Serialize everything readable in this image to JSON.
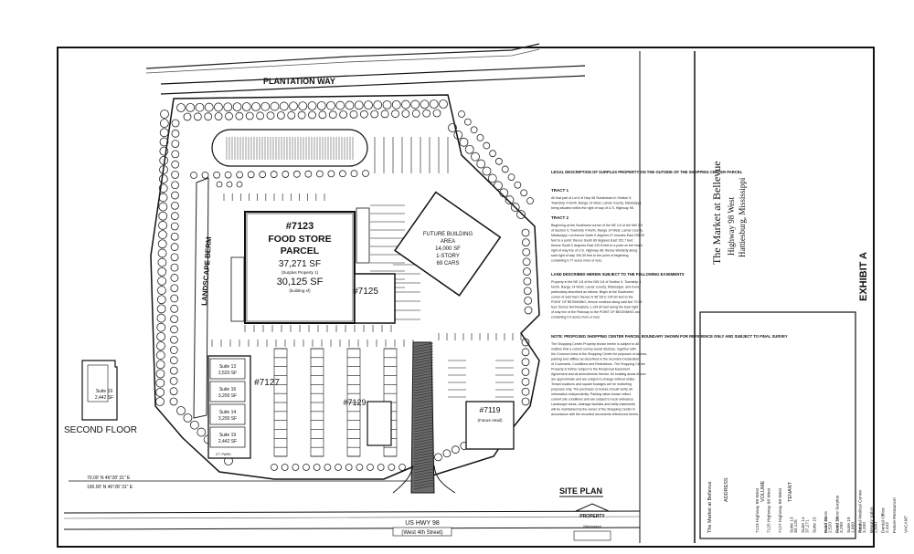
{
  "plan": {
    "street_north": "PLANTATION WAY",
    "street_south": "US HWY 98",
    "street_south_alt": "(West 4th Street)",
    "berm_label": "LANDSCAPE BERM",
    "second_floor_label": "SECOND FLOOR",
    "site_plan_label": "SITE PLAN",
    "parcels": {
      "food_store": {
        "number": "#7123",
        "line1": "FOOD STORE",
        "line2": "PARCEL",
        "area": "37,271 SF",
        "note": "(Surplus Property 1)",
        "building_area": "30,125 SF",
        "building_note": "(building sf)"
      },
      "p7125": {
        "number": "#7125"
      },
      "p7127": {
        "number": "#7127"
      },
      "p7129": {
        "number": "#7129"
      },
      "p7119": {
        "number": "#7119",
        "note": "(Future retail)"
      },
      "future": {
        "line1": "FUTURE BUILDING",
        "line2": "AREA",
        "line3": "14,000 SF",
        "line4": "1-STORY",
        "line5": "69 CARS"
      }
    },
    "suite_boxes": [
      {
        "line1": "Suite 13",
        "line2": "2,520 SF"
      },
      {
        "line1": "Suite 16",
        "line2": "3,200 SF"
      },
      {
        "line1": "Suite 14",
        "line2": "3,200 SF"
      },
      {
        "line1": "Suite 19",
        "line2": "2,442 SF"
      }
    ],
    "second_floor_suite": {
      "line1": "Suite 19",
      "line2": "2,442 SF"
    },
    "dims": {
      "south_left": "70.00' N 46°28' 31\" E",
      "south_mid": "190.00' N 46°28' 31\" E",
      "west_setback": "27' PARK"
    }
  },
  "legal": {
    "heading": "LEGAL DESCRIPTION OF SURPLUS PROPERTY ON THE OUTSIDE OF THE SHOPPING CENTER PARCEL",
    "tract1": "TRACT 1",
    "tract1_text": "All that part of Lot 6 of Hwy 98 Subdivision in Section 9, Township 4 North, Range 14 West, Lamar County, Mississippi, being situated within the right of way of U.S. Highway 98.",
    "tract2": "TRACT 2",
    "tract2_text": "Beginning at the Southwest corner of the NE 1/4 of the NW 1/4 of Section 9, Township 4 North, Range 14 West, Lamar County, Mississippi, run thence North 0 degrees 07 minutes East 239.00 feet to a point; thence South 89 degrees East 152.7 feet; thence South 0 degrees East 220.6 feet to a point on the North right of way line of U.S. Highway 98; thence Westerly along said right of way 154.30 feet to the point of beginning, containing 0.77 acres more or less.",
    "section3_heading": "LAND DESCRIBED HEREIN SUBJECT TO THE FOLLOWING EASEMENTS",
    "section3_text": "Property in the NE 1/4 of the NW 1/4 of Section 9, Township 4 North, Range 14 West, Lamar County, Mississippi, and more particularly described as follows: Begin at the Southwest corner of said tract; thence N 46°28' E 190.00 feet to the POINT OF BEGINNING; thence continue along said line 70.00 feet; thence Northeasterly 1,134.00 feet along the East right of way line of the Parkway to the POINT OF BEGINNING and containing 0.9 acres more or less.",
    "section4_heading": "NOTE: PROPOSED SHOPPING CENTER PARCEL BOUNDARY SHOWN FOR REFERENCE ONLY AND SUBJECT TO FINAL SURVEY",
    "section4_text": "The Shopping Center Property shown herein is subject to all matters that a current survey would disclose, together with the Common Area of the Shopping Center for purposes of access, parking and utilities as described in the recorded Declaration of Covenants, Conditions and Restrictions. The Shopping Center Property is further subject to the Reciprocal Easement Agreement and all amendments thereto. All building areas shown are approximate and are subject to change without notice. Tenant locations and square footages are for marketing purposes only. The purchaser or lessee should verify all information independently. Parking ratios shown reflect current site conditions and are subject to local ordinance. Landscape areas, drainage facilities and utility easements will be maintained by the owner of the Shopping Center in accordance with the recorded documents referenced herein."
  },
  "title_block": {
    "name": "The Market at Bellevue",
    "addr1": "Highway 98 West",
    "addr2": "Hattiesburg, Mississippi",
    "exhibit": "EXHIBIT A"
  },
  "tenant_table": {
    "title": "The Market at Bellevue",
    "headers": [
      "ADDRESS",
      "VOLUME",
      "TENANT"
    ],
    "rows": [
      [
        "7123 Highway 98 West",
        "30,125",
        "Food Store"
      ],
      [
        "7125 Highway 98 West",
        "37,271",
        "Food Store Surplus"
      ],
      [
        "7127 Highway 98 West",
        "",
        ""
      ],
      [
        "Suite 13",
        "2,520",
        "Rental Medical Center"
      ],
      [
        "Suite 14",
        "3,200",
        "Beauty Salon"
      ],
      [
        "Suite 15",
        "1,600",
        "Dental Office"
      ],
      [
        "Suite 16",
        "3,200",
        "Future Restaurant"
      ],
      [
        "Suite 18",
        "2,600",
        "VACANT"
      ],
      [
        "Suite 19",
        "2,442",
        "VACANT"
      ],
      [
        "Total",
        "",
        ""
      ]
    ]
  },
  "logo": {
    "name": "PROPERTY",
    "sub": "Mississippi"
  }
}
